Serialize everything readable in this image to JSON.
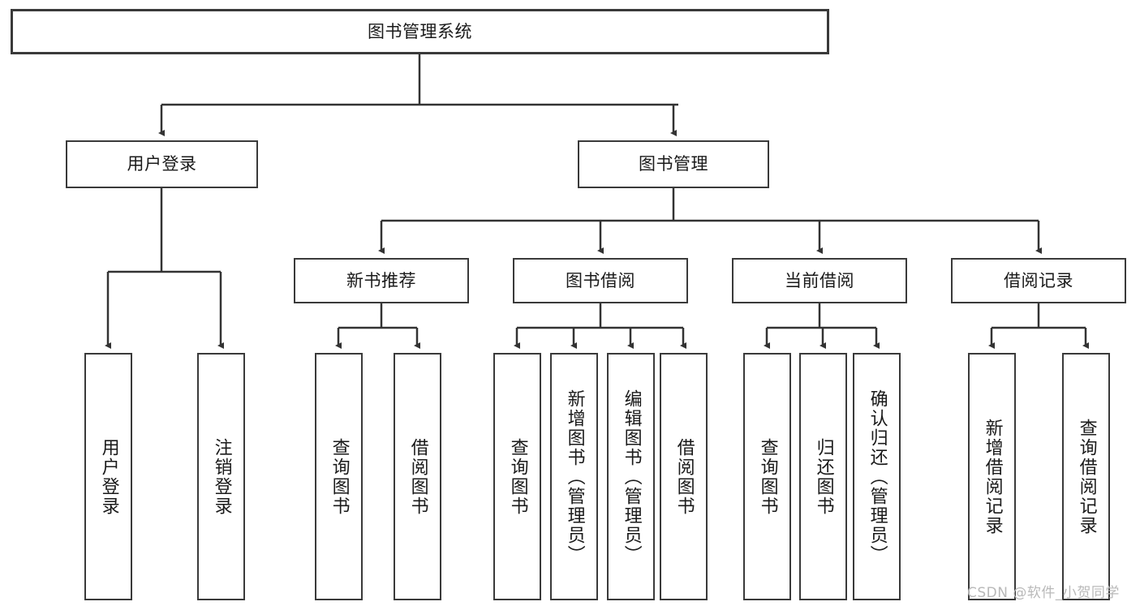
{
  "diagram": {
    "type": "tree-hierarchy",
    "title": "图书管理系统",
    "colors": {
      "box_border": "#3a3a3a",
      "box_fill": "#ffffff",
      "connector": "#333333",
      "text": "#1a1a1a",
      "watermark": "#b9b9b9"
    },
    "nodes": {
      "root": {
        "label": "图书管理系统"
      },
      "level2": [
        {
          "label": "用户登录"
        },
        {
          "label": "图书管理"
        }
      ],
      "level3": [
        {
          "label": "新书推荐"
        },
        {
          "label": "图书借阅"
        },
        {
          "label": "当前借阅"
        },
        {
          "label": "借阅记录"
        }
      ],
      "leaves": {
        "user_login": [
          {
            "label": "用户登录"
          },
          {
            "label": "注销登录"
          }
        ],
        "new_book_recommend": [
          {
            "label": "查询图书"
          },
          {
            "label": "借阅图书"
          }
        ],
        "book_borrow": [
          {
            "label": "查询图书"
          },
          {
            "label": "新增图书（管理员）"
          },
          {
            "label": "编辑图书（管理员）"
          },
          {
            "label": "借阅图书"
          }
        ],
        "current_borrow": [
          {
            "label": "查询图书"
          },
          {
            "label": "归还图书"
          },
          {
            "label": "确认归还（管理员）"
          }
        ],
        "borrow_record": [
          {
            "label": "新增借阅记录"
          },
          {
            "label": "查询借阅记录"
          }
        ]
      }
    }
  },
  "watermark": {
    "text": "CSDN @软件_小贺同学"
  }
}
